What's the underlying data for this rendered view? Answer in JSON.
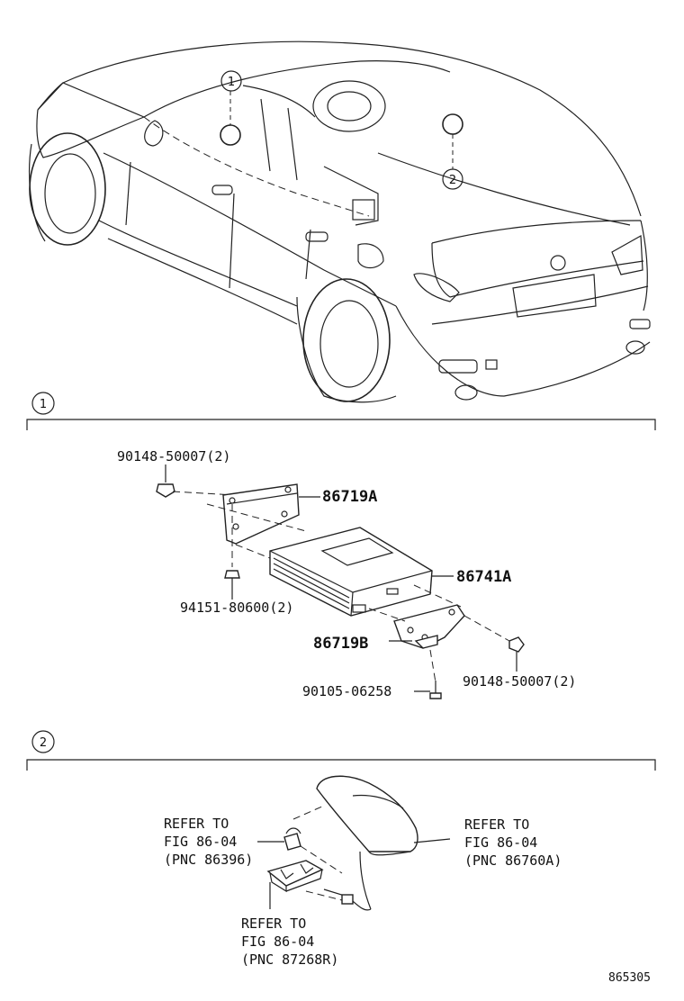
{
  "callouts": {
    "one": "1",
    "two": "2"
  },
  "section1": {
    "marker": "1",
    "parts": {
      "bolt_top": "90148-50007(2)",
      "bracket_a": "86719A",
      "module": "86741A",
      "nut": "94151-80600(2)",
      "bracket_b": "86719B",
      "bolt_right": "90148-50007(2)",
      "bolt_bottom": "90105-06258"
    }
  },
  "section2": {
    "marker": "2",
    "refs": {
      "left_l1": "REFER TO",
      "left_l2": "FIG 86-04",
      "left_l3": "(PNC 86396)",
      "right_l1": "REFER TO",
      "right_l2": "FIG 86-04",
      "right_l3": "(PNC 86760A)",
      "bottom_l1": "REFER TO",
      "bottom_l2": "FIG 86-04",
      "bottom_l3": "(PNC 87268R)"
    }
  },
  "figure_code": "865305"
}
